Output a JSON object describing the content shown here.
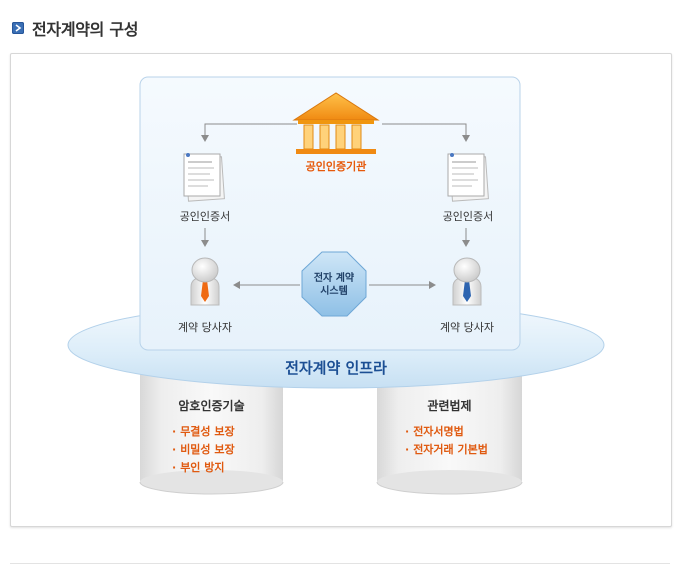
{
  "page": {
    "title": "전자계약의 구성"
  },
  "diagram": {
    "ca_label": "공인인증기관",
    "cert_left_label": "공인인증서",
    "cert_right_label": "공인인증서",
    "party_left_label": "계약 당사자",
    "party_right_label": "계약 당사자",
    "system_line1": "전자 계약",
    "system_line2": "시스템",
    "infra_label": "전자계약 인프라",
    "pillars": [
      {
        "title": "암호인증기술",
        "items": [
          "무결성 보장",
          "비밀성 보장",
          "부인 방지"
        ]
      },
      {
        "title": "관련법제",
        "items": [
          "전자서명법",
          "전자거래 기본법"
        ]
      }
    ]
  },
  "colors": {
    "accent_orange": "#e65a0c",
    "infra_blue": "#1c4f94",
    "panel_border": "#b9d3ea",
    "disc_fill": "#e6f2fb"
  }
}
